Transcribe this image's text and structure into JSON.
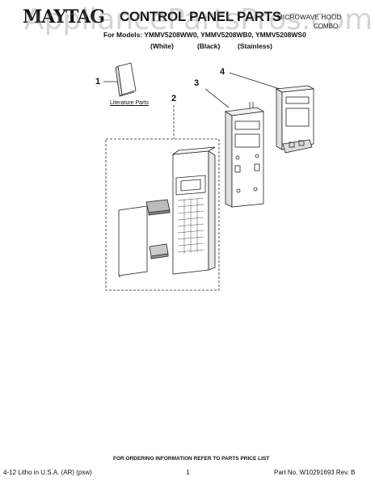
{
  "header": {
    "brand": "MAYTAG",
    "title": "CONTROL PANEL PARTS",
    "subtitle_line1": "MICROWAVE HOOD",
    "subtitle_line2": "COMBO",
    "models_line": "For Models: YMMV5208WW0, YMMV5208WB0, YMMV5208WS0",
    "finish_white": "(White)",
    "finish_black": "(Black)",
    "finish_stainless": "(Stainless)"
  },
  "watermark": "AppliancePartsPros.com",
  "callouts": [
    "1",
    "2",
    "3",
    "4"
  ],
  "literature_label": "Literature Parts",
  "footer": {
    "order_info": "FOR ORDERING INFORMATION REFER TO PARTS PRICE LIST",
    "left": "4-12 Litho in U.S.A. (AR) (psw)",
    "page": "1",
    "right": "Part No. W10291693 Rev. B"
  }
}
